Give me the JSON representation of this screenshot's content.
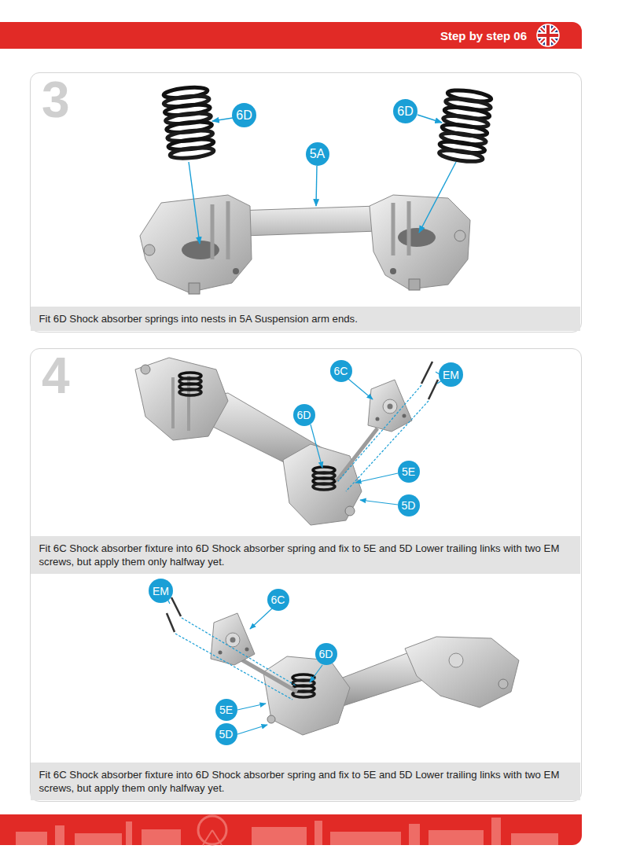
{
  "diagram": {
    "title": "Step by step 06",
    "nodes": [
      {
        "text": [
          "3"
        ]
      },
      {
        "text": [
          "6D"
        ],
        "in": 0
      },
      {
        "text": [
          "6D"
        ],
        "in": 0
      },
      {
        "text": [
          "5A"
        ],
        "in": 0
      },
      {
        "text": [
          "Fit 6D Shock absorber springs into nests in 5A Suspension arm ends."
        ],
        "in": 0
      },
      {
        "text": [
          "4"
        ]
      },
      {
        "text": [
          "6C"
        ],
        "in": 5
      },
      {
        "text": [
          "EM"
        ],
        "in": 5
      },
      {
        "text": [
          "6D"
        ],
        "in": 5
      },
      {
        "text": [
          "5E"
        ],
        "in": 5
      },
      {
        "text": [
          "5D"
        ],
        "in": 5
      },
      {
        "text": [
          "Fit 6C Shock absorber fixture into 6D Shock absorber spring and fix to 5E and 5D Lower trailing links with two EM screws, but apply them only halfway yet."
        ],
        "in": 5
      },
      {
        "text": [
          "EM"
        ],
        "in": 5
      },
      {
        "text": [
          "6C"
        ],
        "in": 5
      },
      {
        "text": [
          "6D"
        ],
        "in": 5
      },
      {
        "text": [
          "5E"
        ],
        "in": 5
      },
      {
        "text": [
          "5D"
        ],
        "in": 5
      },
      {
        "text": [
          "Fit 6C Shock absorber fixture into 6D Shock absorber spring and fix to 5E and 5D Lower trailing links with two EM screws, but apply them only halfway yet."
        ],
        "in": 5
      }
    ]
  }
}
